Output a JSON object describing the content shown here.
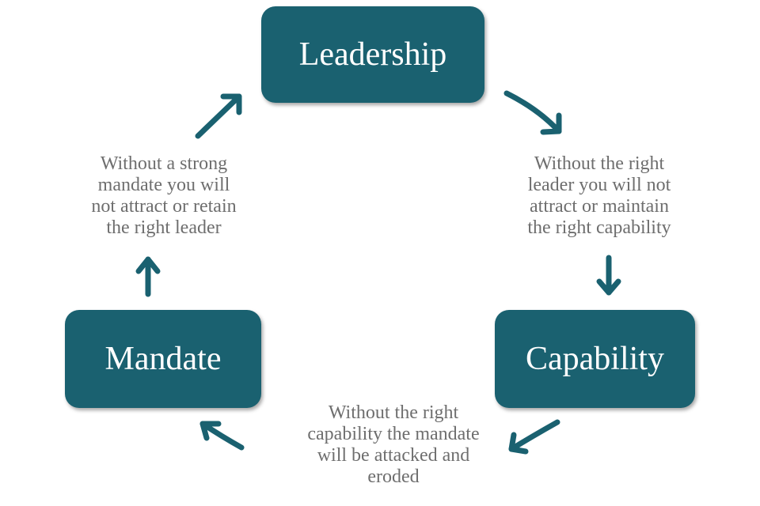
{
  "nodes": {
    "leadership": "Leadership",
    "mandate": "Mandate",
    "capability": "Capability"
  },
  "captions": {
    "mandate_to_leadership": "Without a strong\nmandate you will\nnot attract or retain\nthe right leader",
    "leadership_to_capability": "Without the right\nleader you will not\nattract or maintain\nthe right capability",
    "capability_to_mandate": "Without the right\ncapability the mandate\nwill be attacked and\neroded"
  },
  "colors": {
    "accent": "#1a6170",
    "caption": "#6e6e6e"
  }
}
